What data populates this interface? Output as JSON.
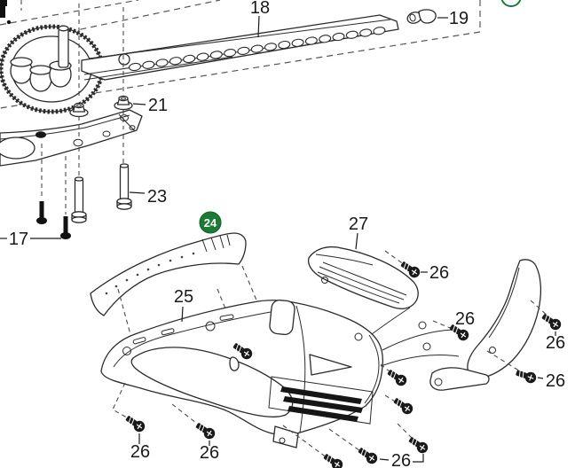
{
  "diagram": {
    "description": "Exploded technical parts diagram of a hedge trimmer cutter bar and front handle assembly",
    "colors": {
      "line": "#2b2b2b",
      "badge_green": "#1b7a33",
      "badge_text": "#ffffff",
      "background": "#ffffff"
    },
    "parts": {
      "p17": {
        "label": "17",
        "depicts": "black mounting screws (2)"
      },
      "p18": {
        "label": "18",
        "depicts": "cutter blade bar with toothed slots"
      },
      "p19": {
        "label": "19",
        "depicts": "small blade-end clip"
      },
      "p21": {
        "label": "21",
        "depicts": "flanged bushings / washers (2)"
      },
      "p23": {
        "label": "23",
        "depicts": "shoulder bolts (2)"
      },
      "p24": {
        "label": "24",
        "depicts": "green assembly callout badge pointing to handle grip strip"
      },
      "p25": {
        "label": "25",
        "depicts": "front handle housing shell"
      },
      "p26": {
        "label": "26",
        "depicts": "self-tapping screws (labeled 7 times)"
      },
      "p27": {
        "label": "27",
        "depicts": "top vent cover"
      }
    },
    "badges": {
      "badge24": {
        "value": "24",
        "fill": "#1b7a33"
      },
      "partial_badge_top_right": {
        "note": "bottom arc of a green circle clipped by top edge",
        "stroke": "#1b7a33"
      }
    }
  }
}
